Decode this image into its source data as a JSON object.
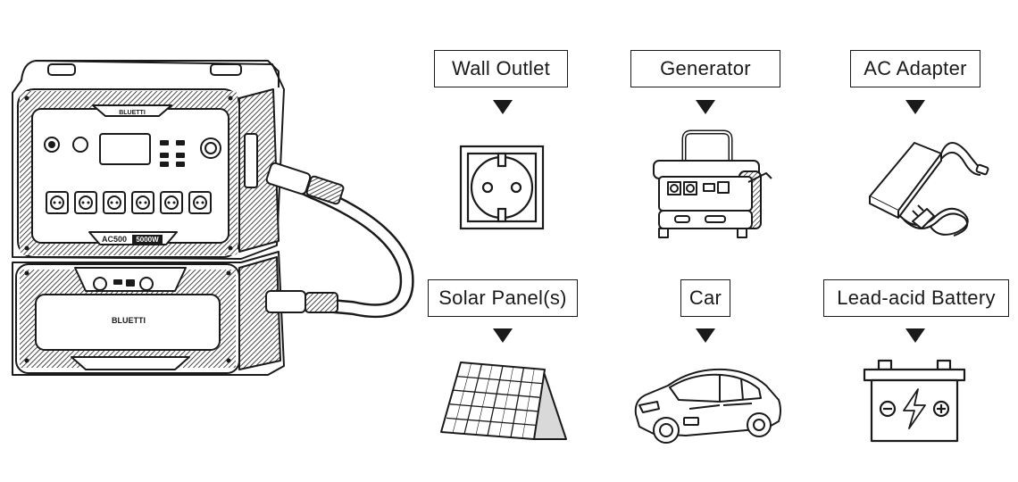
{
  "station": {
    "brand_top": "BLUETTI",
    "model_label": "AC500",
    "wattage_label": "5000W",
    "brand_battery": "BLUETTI"
  },
  "sources": [
    {
      "label": "Wall Outlet",
      "icon": "wall-outlet-icon"
    },
    {
      "label": "Generator",
      "icon": "generator-icon"
    },
    {
      "label": "AC Adapter",
      "icon": "ac-adapter-icon"
    },
    {
      "label": "Solar Panel(s)",
      "icon": "solar-panel-icon"
    },
    {
      "label": "Car",
      "icon": "car-icon"
    },
    {
      "label": "Lead-acid Battery",
      "icon": "lead-acid-battery-icon"
    }
  ],
  "colors": {
    "line": "#1a1a1a",
    "background": "#ffffff",
    "shade": "#d9d9d9"
  }
}
